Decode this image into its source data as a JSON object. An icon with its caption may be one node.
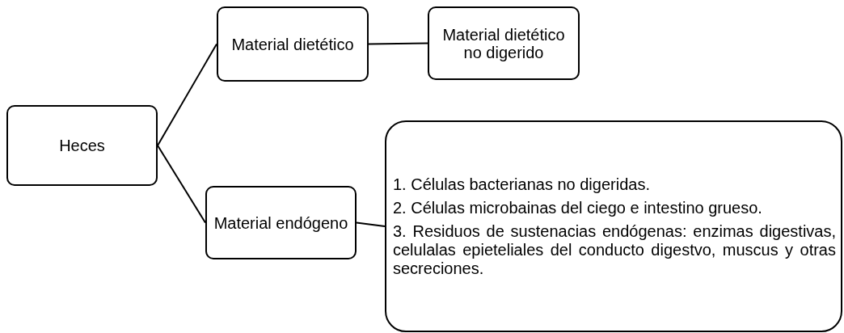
{
  "diagram": {
    "nodes": [
      {
        "text": [
          "Heces"
        ]
      },
      {
        "text": [
          "Material dietético"
        ]
      },
      {
        "text": [
          "Material dietético no digerido"
        ]
      },
      {
        "text": [
          "Material endógeno"
        ]
      },
      {
        "text": [
          "1. Células bacterianas no digeridas.",
          "2. Células microbainas del ciego e intestino grueso.",
          "3. Residuos de sustenacias endógenas: enzimas digestivas, celulalas epieteliales del conducto digestvo, muscus y otras secreciones."
        ]
      }
    ],
    "edges": [
      {
        "from": 0,
        "to": 1,
        "arrow": "none"
      },
      {
        "from": 1,
        "to": 2,
        "arrow": "none"
      },
      {
        "from": 0,
        "to": 3,
        "arrow": "none"
      },
      {
        "from": 3,
        "to": 4,
        "arrow": "none"
      }
    ]
  }
}
